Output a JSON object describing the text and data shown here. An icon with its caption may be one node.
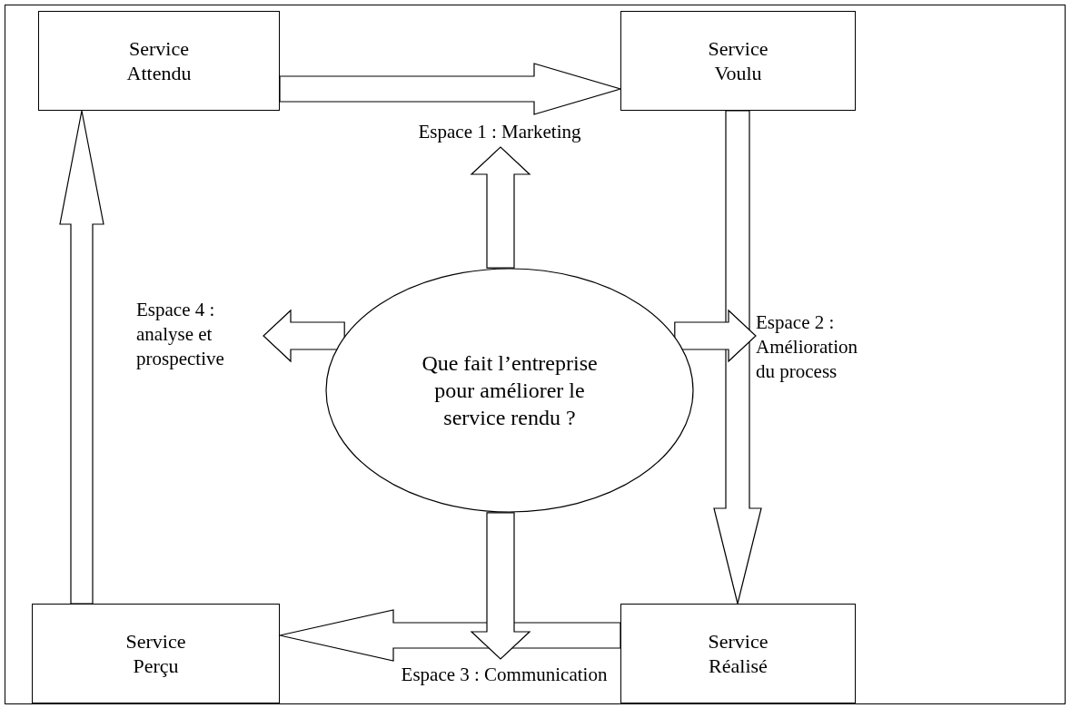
{
  "diagram": {
    "nodes": [
      {
        "text": [
          "Service Attendu"
        ]
      },
      {
        "text": [
          "Service Voulu"
        ]
      },
      {
        "text": [
          "Service Réalisé"
        ]
      },
      {
        "text": [
          "Service Perçu"
        ]
      },
      {
        "text": [
          "Que fait l’entreprise pour améliorer le service rendu ?"
        ]
      },
      {
        "text": [
          "Espace 1 : Marketing"
        ]
      },
      {
        "text": [
          "Espace 2 : Amélioration du process"
        ]
      },
      {
        "text": [
          "Espace 3 : Communication"
        ]
      },
      {
        "text": [
          "Espace 4 : analyse et prospective"
        ]
      }
    ],
    "edges": [
      {
        "from": 0,
        "to": 1,
        "arrow": "to"
      },
      {
        "from": 1,
        "to": 2,
        "arrow": "to"
      },
      {
        "from": 2,
        "to": 3,
        "arrow": "to"
      },
      {
        "from": 3,
        "to": 0,
        "arrow": "to"
      },
      {
        "from": 4,
        "to": 5,
        "arrow": "to"
      },
      {
        "from": 4,
        "to": 6,
        "arrow": "to"
      },
      {
        "from": 4,
        "to": 7,
        "arrow": "to"
      },
      {
        "from": 4,
        "to": 8,
        "arrow": "to"
      }
    ]
  }
}
